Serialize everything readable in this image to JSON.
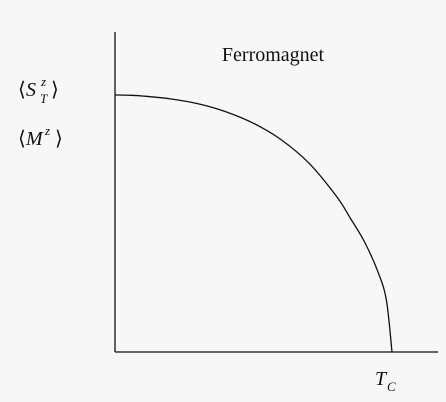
{
  "chart_data": {
    "type": "line",
    "title": "Ferromagnet",
    "ylabel_top": {
      "open": "⟨",
      "base": "S",
      "sup": "z",
      "sub": "T",
      "close": "⟩"
    },
    "ylabel_bottom": {
      "open": "⟨",
      "base": "M",
      "sup": "z",
      "close": "⟩"
    },
    "xlabel": {
      "base": "T",
      "sub": "C"
    },
    "xlim": [
      0,
      1
    ],
    "ylim": [
      0,
      1
    ],
    "series": [
      {
        "x": [
          0,
          0.05,
          0.1,
          0.2,
          0.3,
          0.4,
          0.5,
          0.6,
          0.7,
          0.8,
          0.85,
          0.9,
          0.95,
          0.98,
          1.0
        ],
        "y": [
          1.0,
          0.999,
          0.996,
          0.985,
          0.966,
          0.935,
          0.89,
          0.826,
          0.735,
          0.605,
          0.52,
          0.43,
          0.31,
          0.2,
          0.0
        ]
      }
    ],
    "colors": {
      "line": "#111111",
      "axis": "#111111",
      "background": "#f7f7f7"
    }
  }
}
